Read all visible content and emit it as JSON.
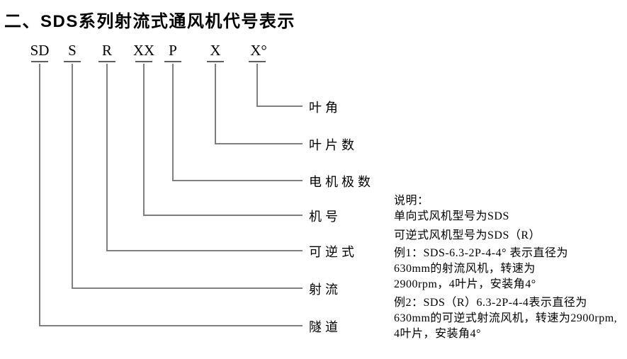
{
  "title": "二、SDS系列射流式通风机代号表示",
  "diagram": {
    "line_color": "#7f7f7f",
    "text_color": "#000000",
    "codes": [
      {
        "code": "SD",
        "label": "隧道"
      },
      {
        "code": "S",
        "label": "射流"
      },
      {
        "code": "R",
        "label": "可逆式"
      },
      {
        "code": "XX",
        "label": "机号"
      },
      {
        "code": "P",
        "label": "电机极数"
      },
      {
        "code": "X",
        "label": "叶片数"
      },
      {
        "code": "X°",
        "label": "叶角"
      }
    ]
  },
  "notes": {
    "lines": [
      "说明：",
      "单向式风机型号为SDS",
      "可逆式风机型号为SDS（R）",
      "例1：SDS-6.3-2P-4-4° 表示直径为",
      "630mm的射流风机，转速为",
      "2900rpm，4叶片，安装角4°",
      "例2：SDS（R）6.3-2P-4-4表示直径为",
      "630mm的可逆式射流风机，转速为2900rpm,",
      "4叶片，安装角4°"
    ]
  }
}
